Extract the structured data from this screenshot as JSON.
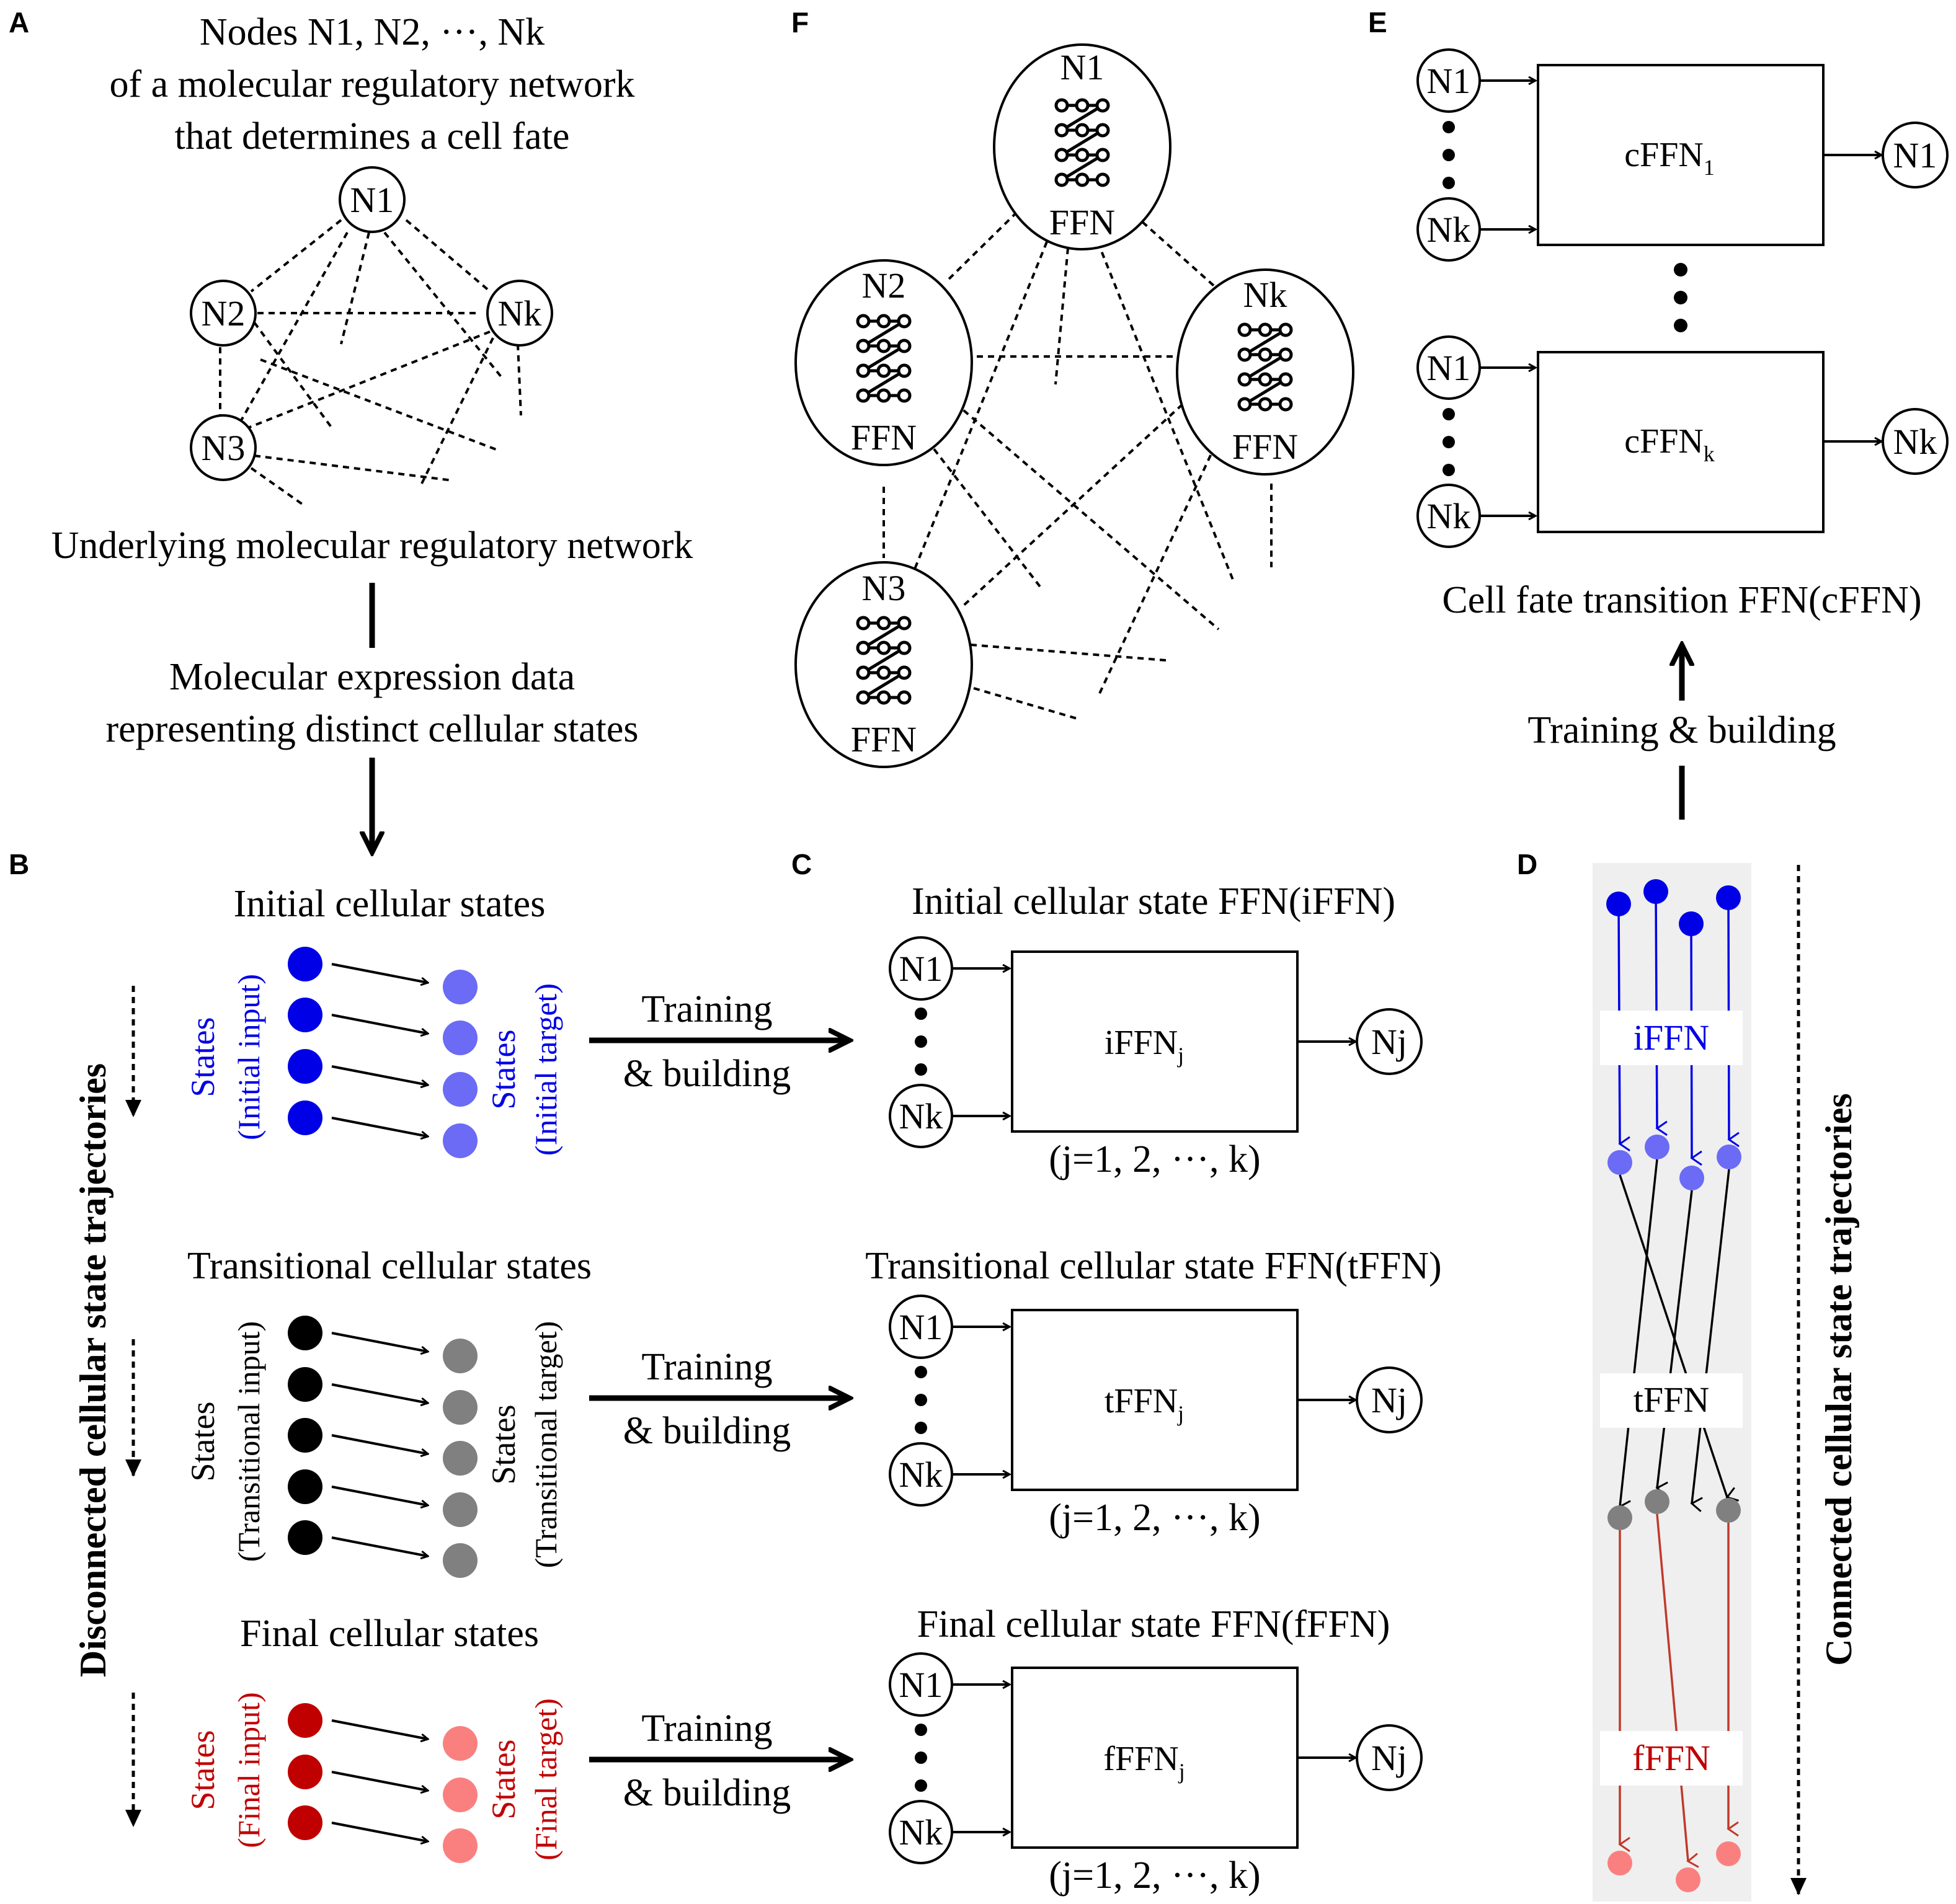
{
  "colors": {
    "blue": "#0000e6",
    "blue_light": "#6b6bf5",
    "black": "#000000",
    "gray": "#808080",
    "red_dark": "#c00000",
    "red_light": "#fa8080",
    "red_line": "#c0392b",
    "panel_d_bg": "#efefef"
  },
  "panel_letters": {
    "A": "A",
    "B": "B",
    "C": "C",
    "D": "D",
    "E": "E",
    "F": "F"
  },
  "panel_a": {
    "title_line1": "Nodes N1, N2, ···, Nk",
    "title_line2": "of a molecular regulatory network",
    "title_line3": "that determines a cell fate",
    "nodes": [
      "N1",
      "N2",
      "Nk",
      "N3"
    ],
    "caption": "Underlying molecular regulatory network",
    "data_line1": "Molecular expression data",
    "data_line2": "representing distinct cellular states"
  },
  "panel_b": {
    "side_label": "Disconnected cellular state trajectories",
    "groups": [
      {
        "title": "Initial cellular states",
        "input_main": "States",
        "input_sub": "(Initial input)",
        "target_main": "States",
        "target_sub": "(Initial target)"
      },
      {
        "title": "Transitional cellular states",
        "input_main": "States",
        "input_sub": "(Transitional input)",
        "target_main": "States",
        "target_sub": "(Transitional target)"
      },
      {
        "title": "Final cellular states",
        "input_main": "States",
        "input_sub": "(Final input)",
        "target_main": "States",
        "target_sub": "(Final target)"
      }
    ],
    "arrow_label_line1": "Training",
    "arrow_label_line2": "& building"
  },
  "panel_c": {
    "networks": [
      {
        "title": "Initial cellular state FFN(iFFN)",
        "box_main": "iFFN",
        "box_sub": "j",
        "in_top": "N1",
        "in_bottom": "Nk",
        "out": "Nj",
        "range": "(j=1, 2, ···, k)"
      },
      {
        "title": "Transitional cellular state FFN(tFFN)",
        "box_main": "tFFN",
        "box_sub": "j",
        "in_top": "N1",
        "in_bottom": "Nk",
        "out": "Nj",
        "range": "(j=1, 2, ···, k)"
      },
      {
        "title": "Final cellular state FFN(fFFN)",
        "box_main": "fFFN",
        "box_sub": "j",
        "in_top": "N1",
        "in_bottom": "Nk",
        "out": "Nj",
        "range": "(j=1, 2, ···, k)"
      }
    ]
  },
  "panel_d": {
    "labels": [
      "iFFN",
      "tFFN",
      "fFFN"
    ],
    "side_label": "Connected cellular state trajectories"
  },
  "panel_e": {
    "networks": [
      {
        "box_main": "cFFN",
        "box_sub": "1",
        "in_top": "N1",
        "in_bottom": "Nk",
        "out": "N1"
      },
      {
        "box_main": "cFFN",
        "box_sub": "k",
        "in_top": "N1",
        "in_bottom": "Nk",
        "out": "Nk"
      }
    ],
    "caption": "Cell fate transition FFN(cFFN)",
    "arrow_label": "Training & building"
  },
  "panel_f": {
    "nodes": [
      {
        "name": "N1",
        "sub": "FFN"
      },
      {
        "name": "N2",
        "sub": "FFN"
      },
      {
        "name": "Nk",
        "sub": "FFN"
      },
      {
        "name": "N3",
        "sub": "FFN"
      }
    ]
  }
}
